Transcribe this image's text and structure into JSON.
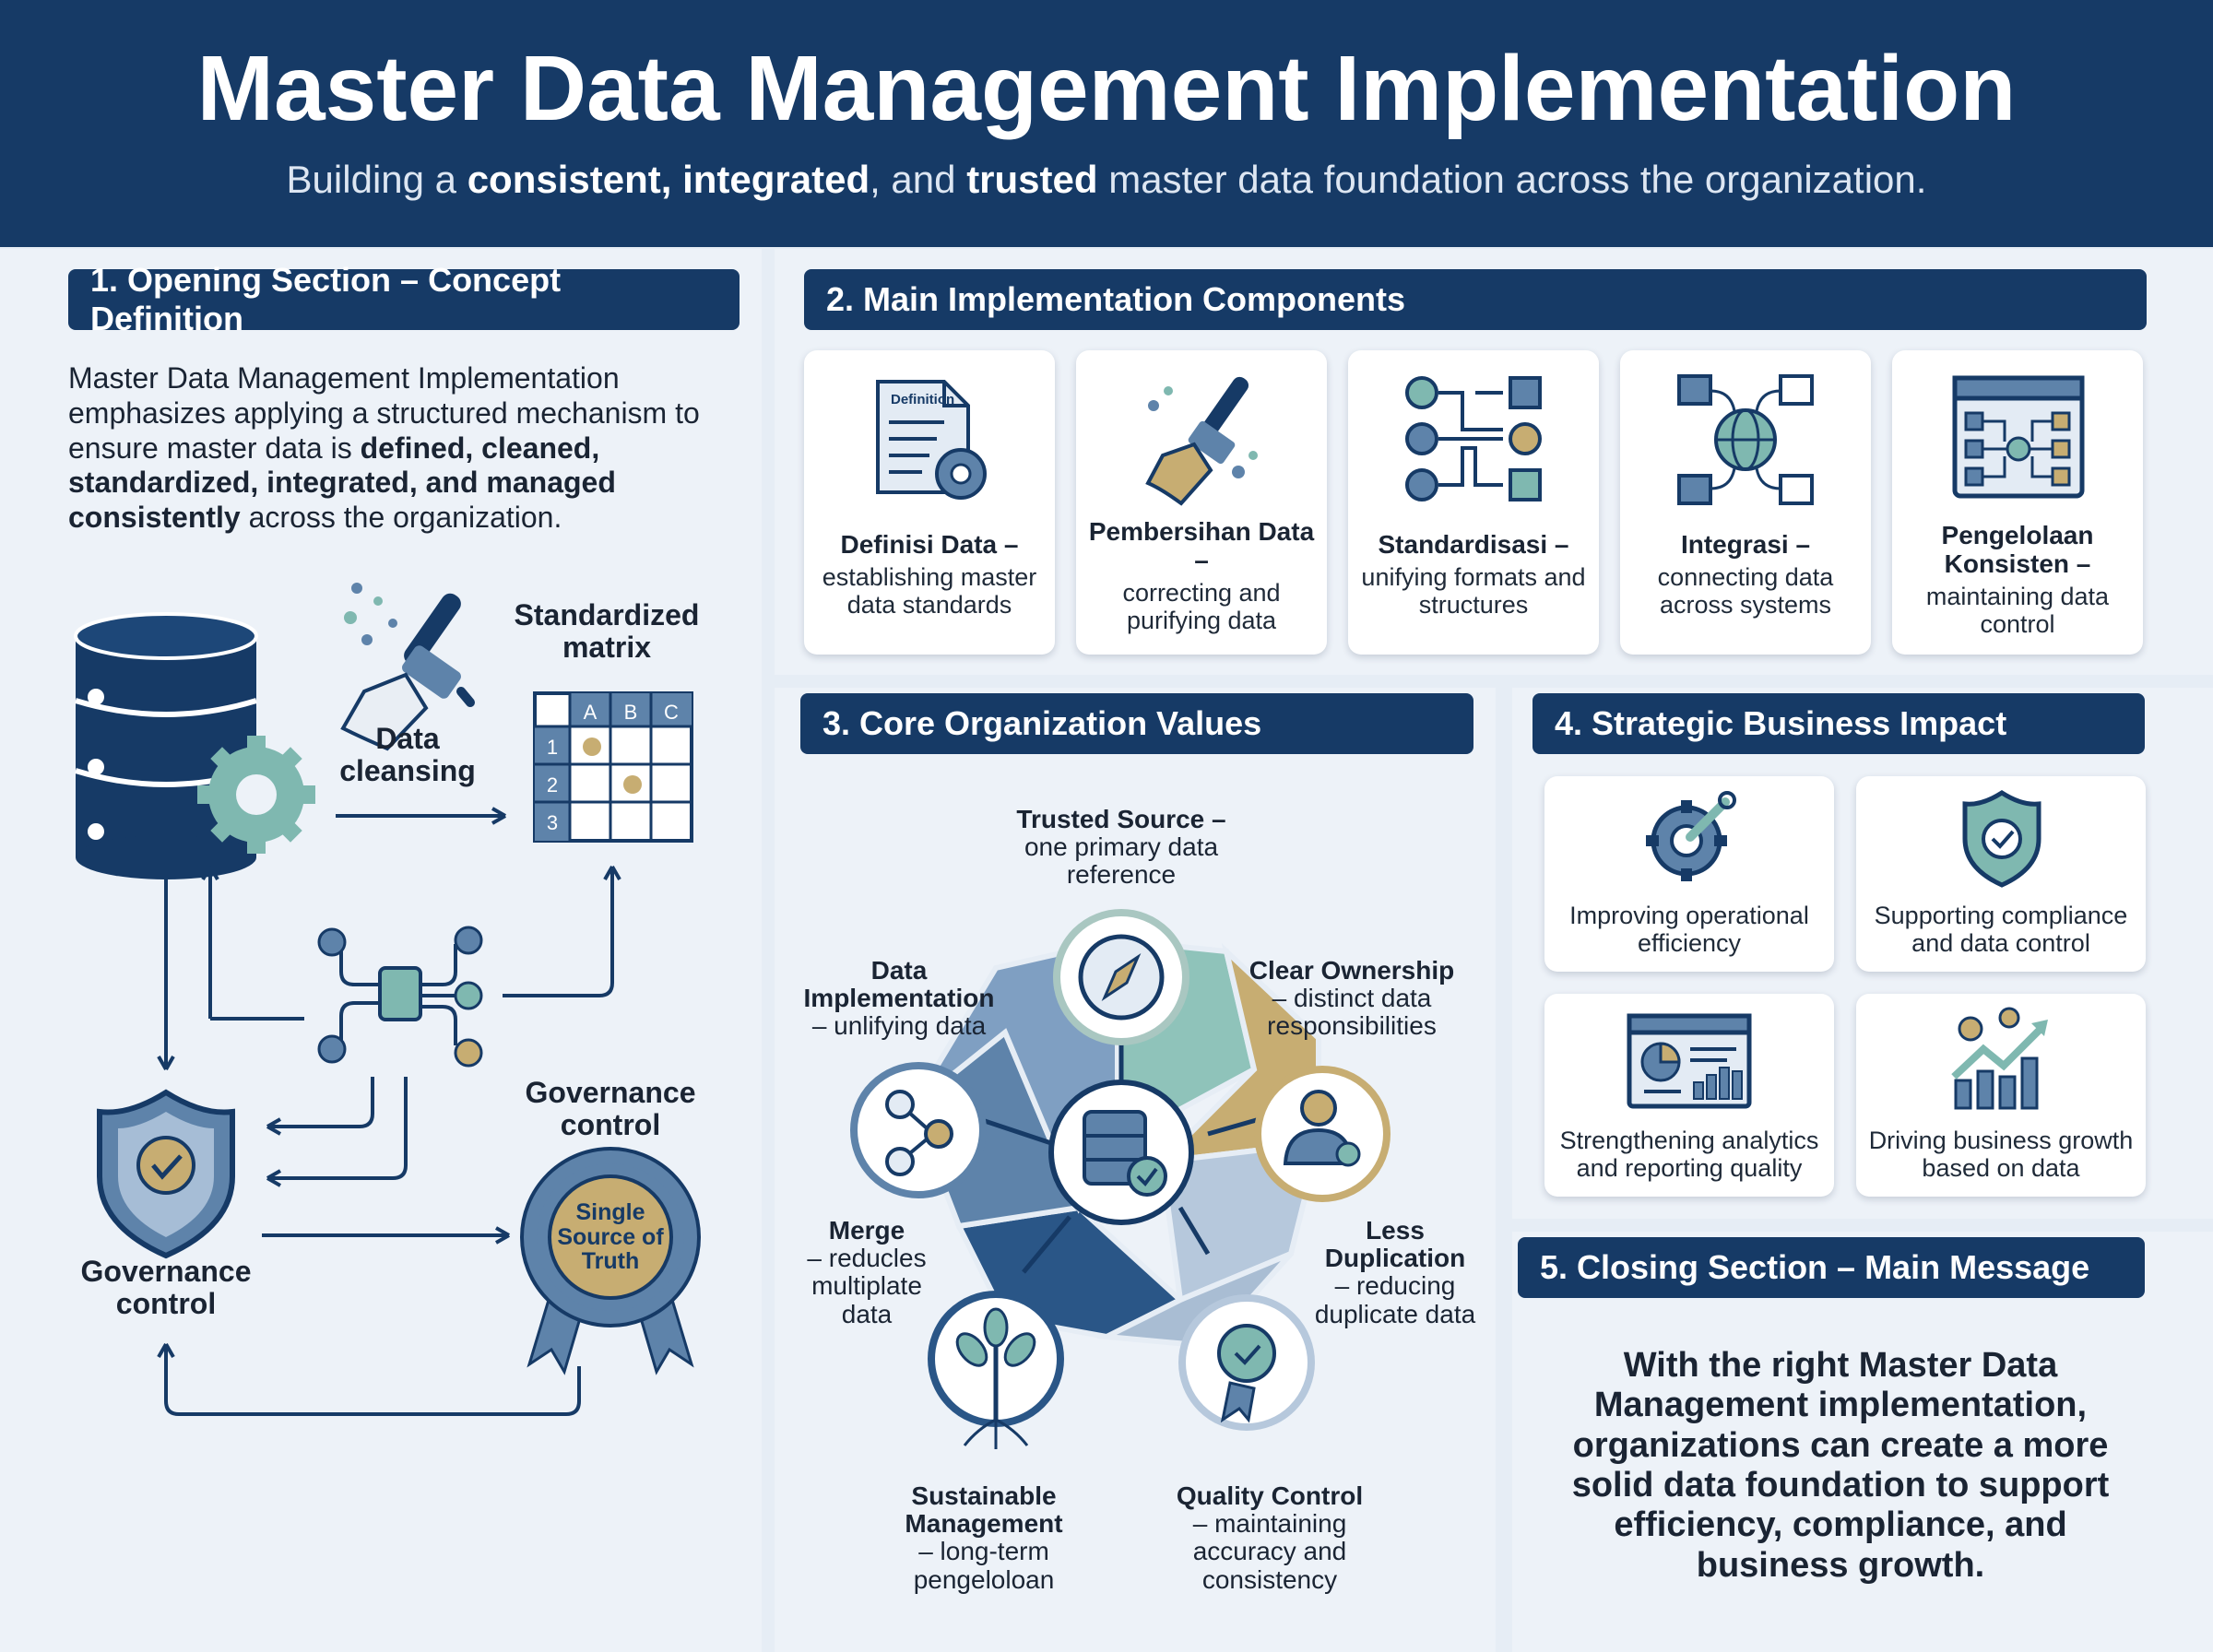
{
  "header": {
    "title": "Master Data Management Implementation",
    "subtitle_pre": "Building a ",
    "subtitle_b1": "consistent, integrated",
    "subtitle_mid": ", and ",
    "subtitle_b2": "trusted",
    "subtitle_post": " master data foundation across the organization."
  },
  "section1": {
    "title": "1. Opening Section – Concept Definition",
    "intro_pre": "Master Data Management Implementation emphasizes applying a structured mechanism to ensure master data is ",
    "intro_bold": "defined, cleaned, standardized, integrated, and managed consistently",
    "intro_post": " across the organization.",
    "data_cleansing": "Data cleansing",
    "standardized_matrix": "Standardized matrix",
    "matrix_cols": [
      "A",
      "B",
      "C"
    ],
    "matrix_rows": [
      "1",
      "2",
      "3"
    ],
    "governance_left": "Governance control",
    "governance_right": "Governance control",
    "seal_text": "Single Source of Truth"
  },
  "section2": {
    "title": "2. Main Implementation Components",
    "doc_label": "Definition",
    "cards": [
      {
        "title": "Definisi Data –",
        "desc": "establishing master data standards",
        "icon": "document-gear-icon"
      },
      {
        "title": "Pembersihan Data –",
        "desc": "correcting and purifying data",
        "icon": "brush-icon"
      },
      {
        "title": "Standardisasi –",
        "desc": "unifying formats and structures",
        "icon": "shapes-flow-icon"
      },
      {
        "title": "Integrasi –",
        "desc": "connecting data across systems",
        "icon": "globe-network-icon"
      },
      {
        "title": "Pengelolaan Konsisten –",
        "desc": "maintaining data control",
        "icon": "dashboard-flow-icon"
      }
    ]
  },
  "section3": {
    "title": "3. Core Organization Values",
    "values": [
      {
        "title": "Trusted Source –",
        "desc": "one primary data reference"
      },
      {
        "title": "Clear Ownership",
        "desc": "– distinct data responsibilities"
      },
      {
        "title": "Less Duplication",
        "desc": "– reducing duplicate data"
      },
      {
        "title": "Quality Control",
        "desc": "– maintaining accuracy and consistency"
      },
      {
        "title": "Sustainable Management",
        "desc": "– long-term pengeloloan"
      },
      {
        "title": "Merge",
        "desc": "– reducles multiplate data"
      },
      {
        "title": "Data Implementation",
        "desc": "– unlifying data"
      }
    ]
  },
  "section4": {
    "title": "4. Strategic Business Impact",
    "cards": [
      {
        "text": "Improving operational efficiency",
        "icon": "gear-wrench-icon"
      },
      {
        "text": "Supporting compliance and data control",
        "icon": "shield-check-icon"
      },
      {
        "text": "Strengthening analytics and reporting quality",
        "icon": "analytics-dashboard-icon"
      },
      {
        "text": "Driving business growth based on data",
        "icon": "growth-chart-icon"
      }
    ]
  },
  "section5": {
    "title": "5. Closing Section – Main Message",
    "message": "With the right Master Data Management implementation, organizations can create a more solid data foundation to support efficiency, compliance, and business growth."
  },
  "colors": {
    "navy": "#163a66",
    "teal": "#7fb8b0",
    "gold": "#c7ad72",
    "steel": "#5e83aa",
    "background": "#e6edf5"
  }
}
